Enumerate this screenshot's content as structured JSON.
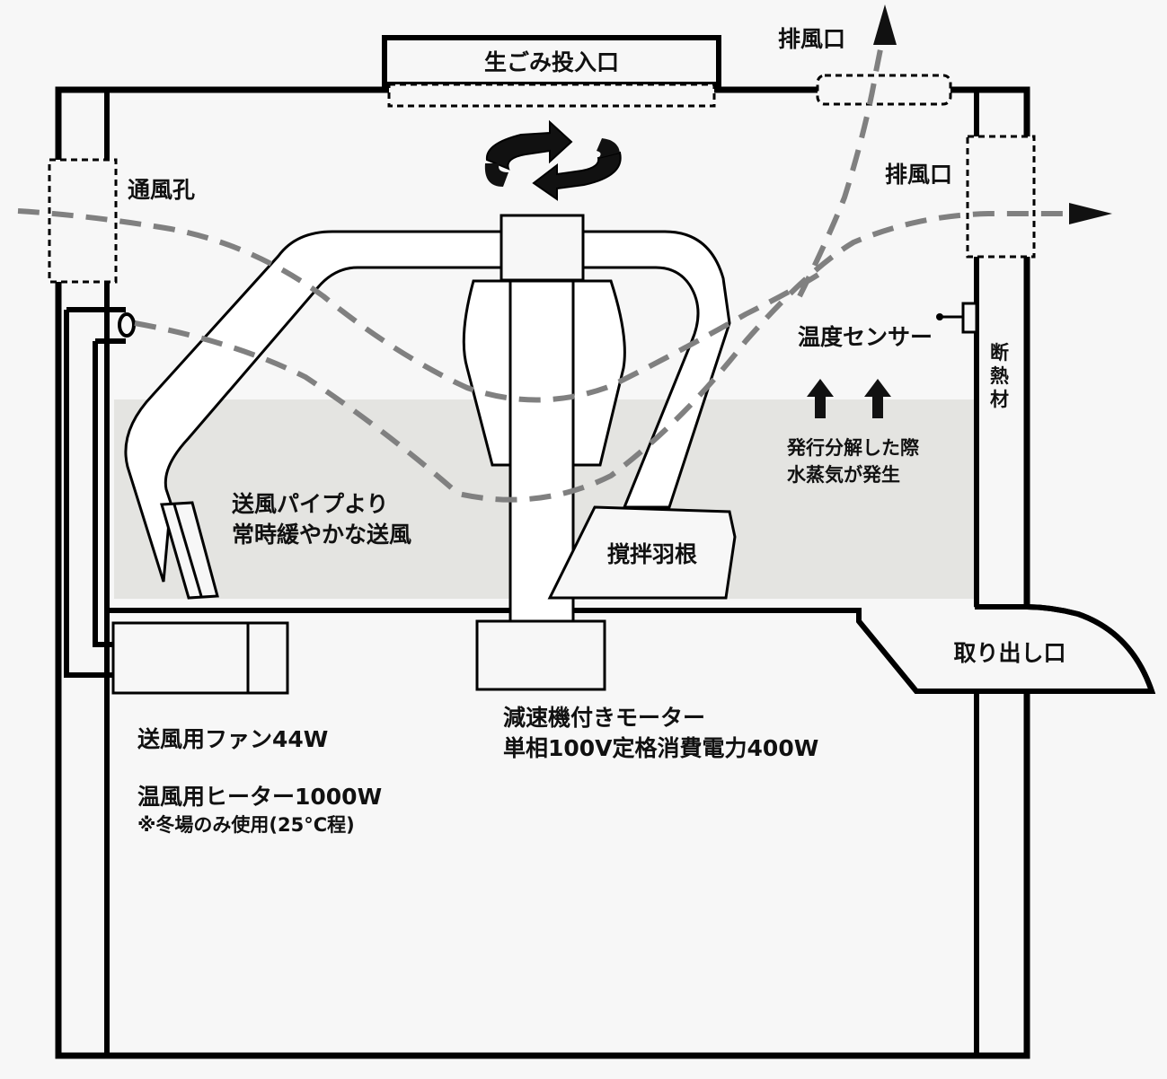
{
  "labels": {
    "hopper": "生ごみ投入口",
    "exhaust_top": "排風口",
    "exhaust_side": "排風口",
    "vent_hole": "通風孔",
    "temp_sensor": "温度センサー",
    "insulation": [
      "断",
      "熱",
      "材"
    ],
    "vapor": [
      "発行分解した際",
      "水蒸気が発生"
    ],
    "blower_pipe": [
      "送風パイプより",
      "常時緩やかな送風"
    ],
    "agitator": "撹拌羽根",
    "outlet": "取り出し口",
    "motor": [
      "減速機付きモーター",
      "単相100V定格消費電力400W"
    ],
    "fan": "送風用ファン44W",
    "heater": "温風用ヒーター1000W",
    "heater_note": "※冬場のみ使用(25°C程)"
  },
  "colors": {
    "outline": "#000000",
    "background": "#f7f7f7",
    "fill_zone": "#e4e4e1",
    "airflow": "#808080",
    "white": "#ffffff"
  }
}
